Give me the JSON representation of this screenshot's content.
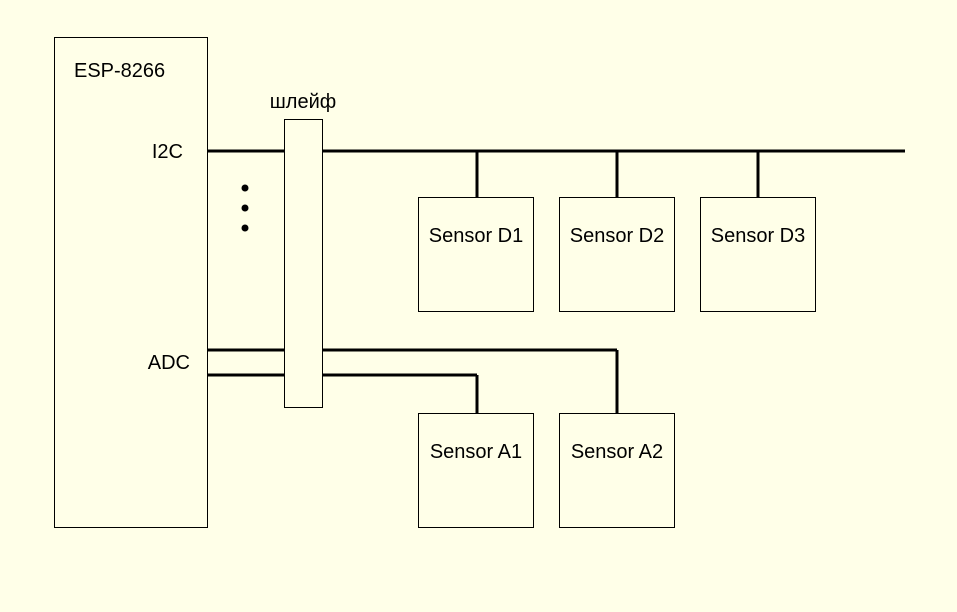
{
  "colors": {
    "background": "#FFFFE8",
    "line": "#000000"
  },
  "mcu": {
    "title": "ESP-8266",
    "port_i2c": "I2C",
    "port_adc": "ADC"
  },
  "cable": {
    "label": "шлейф"
  },
  "digital_sensors": [
    {
      "label": "Sensor D1"
    },
    {
      "label": "Sensor D2"
    },
    {
      "label": "Sensor D3"
    }
  ],
  "analog_sensors": [
    {
      "label": "Sensor A1"
    },
    {
      "label": "Sensor A2"
    }
  ]
}
